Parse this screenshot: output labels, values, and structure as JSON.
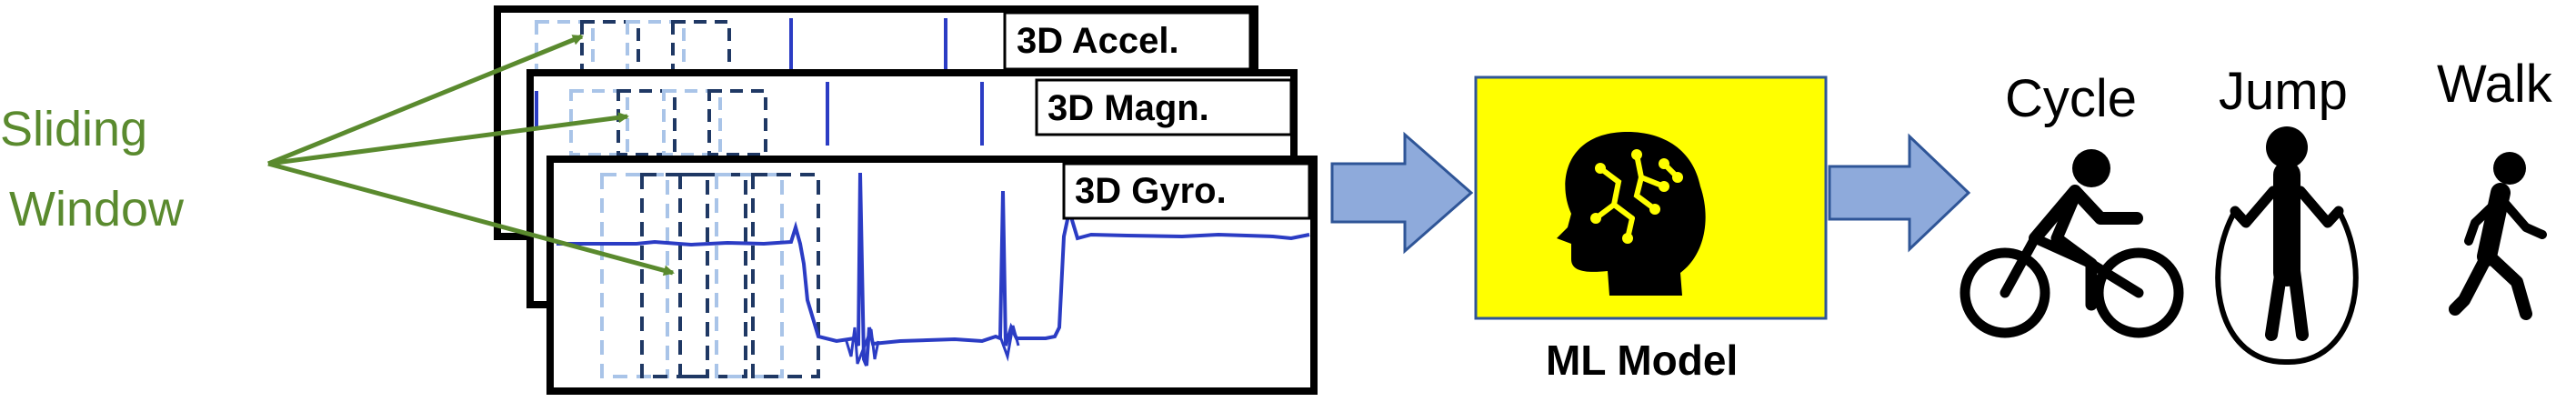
{
  "sliding_window": {
    "line1": "Sliding",
    "line2": "Window",
    "color": "#5a8a2e"
  },
  "sensors": [
    {
      "label": "3D Accel."
    },
    {
      "label": "3D Magn."
    },
    {
      "label": "3D Gyro."
    }
  ],
  "model": {
    "label": "ML Model",
    "box_color": "#ffff00",
    "icon": "ai-brain-head-icon"
  },
  "activities": [
    {
      "label": "Cycle",
      "icon": "cyclist-icon"
    },
    {
      "label": "Jump",
      "icon": "jump-rope-icon"
    },
    {
      "label": "Walk",
      "icon": "walker-icon"
    }
  ],
  "colors": {
    "arrow_fill": "#8eaadb",
    "arrow_stroke": "#2f5597",
    "signal": "#2b3cc4",
    "window_light": "#a9c4e8",
    "window_dark": "#1f3864"
  }
}
